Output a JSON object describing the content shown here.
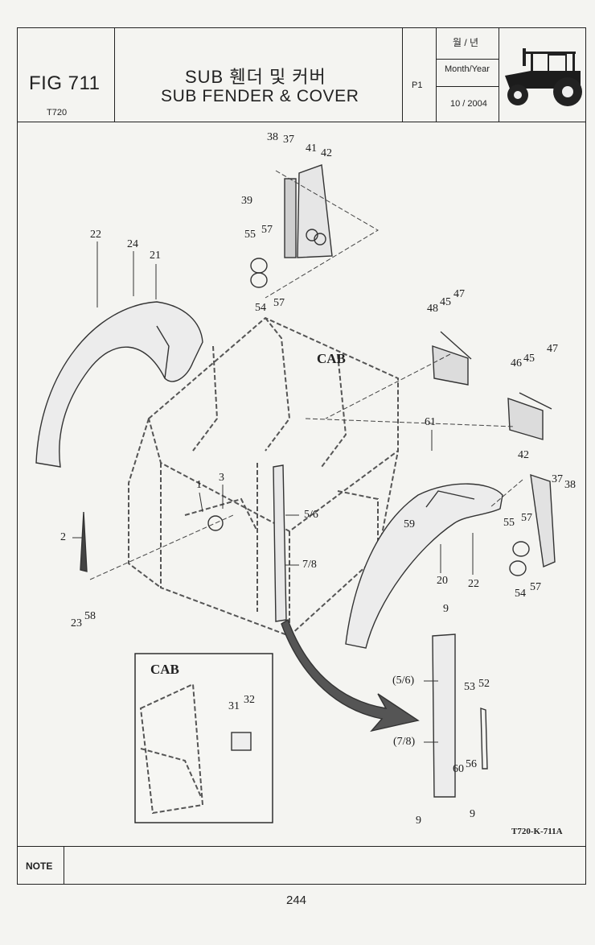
{
  "header": {
    "fig_label": "FIG 711",
    "model": "T720",
    "title_korean": "SUB 휀더 및 커버",
    "title_english": "SUB FENDER & COVER",
    "page_code": "P1",
    "month_year_korean": "월 / 년",
    "month_year_label": "Month/Year",
    "date": "10 / 2004",
    "tractor_icon": "tractor-icon"
  },
  "diagram": {
    "cab_label": "CAB",
    "inset_cab_label": "CAB",
    "drawing_code": "T720-K-711A",
    "callouts": {
      "p38a": "38",
      "p37a": "37",
      "p41": "41",
      "p42a": "42",
      "p39": "39",
      "p55a": "55",
      "p57a": "57",
      "p54a": "54",
      "p57b": "57",
      "p22a": "22",
      "p24": "24",
      "p21": "21",
      "p48": "48",
      "p45a": "45",
      "p47a": "47",
      "p46": "46",
      "p45b": "45",
      "p47b": "47",
      "p61": "61",
      "p42b": "42",
      "p37b": "37",
      "p38b": "38",
      "p1": "1",
      "p3": "3",
      "p2": "2",
      "p23": "23",
      "p58": "58",
      "p56a": "5/6",
      "p78a": "7/8",
      "p59": "59",
      "p55b": "55",
      "p57c": "57",
      "p20": "20",
      "p22b": "22",
      "p54b": "54",
      "p57d": "57",
      "p9a": "9",
      "p56b": "(5/6)",
      "p53": "53",
      "p52": "52",
      "p78b": "(7/8)",
      "p60": "60",
      "p56c": "56",
      "p9b": "9",
      "p9c": "9",
      "p31": "31",
      "p32": "32"
    }
  },
  "footer": {
    "note_label": "NOTE",
    "note_text": "",
    "page_number": "244"
  }
}
